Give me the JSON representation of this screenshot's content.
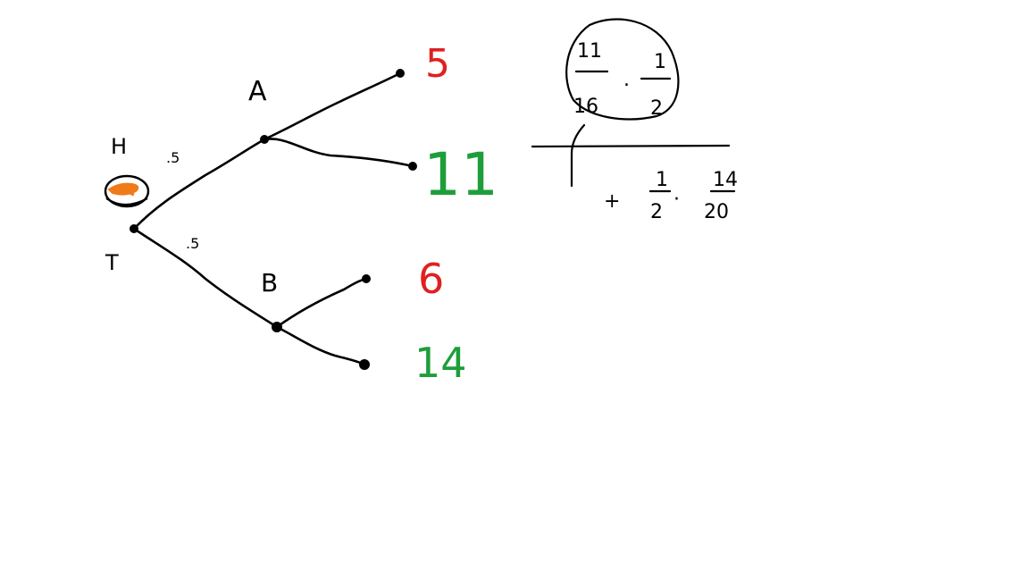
{
  "tree": {
    "root_labels": {
      "heads": "H",
      "tails": "T"
    },
    "branch_probs": {
      "to_A": ".5",
      "to_B": ".5"
    },
    "node_labels": {
      "A": "A",
      "B": "B"
    },
    "leaf_values": {
      "A_top": "5",
      "A_bottom": "11",
      "B_top": "6",
      "B_bottom": "14"
    }
  },
  "colors": {
    "ink": "#000000",
    "red_value": "#e02020",
    "green_value": "#1e9e3a",
    "coin_orange": "#f07a1a"
  },
  "calculation": {
    "term1": {
      "numerator_a": "11",
      "denominator_a": "16",
      "dot": ".",
      "numerator_b": "1",
      "denominator_b": "2"
    },
    "plus": "+",
    "term2": {
      "numerator_a": "1",
      "denominator_a": "2",
      "dot": "·",
      "numerator_b": "14",
      "denominator_b": "20"
    }
  }
}
